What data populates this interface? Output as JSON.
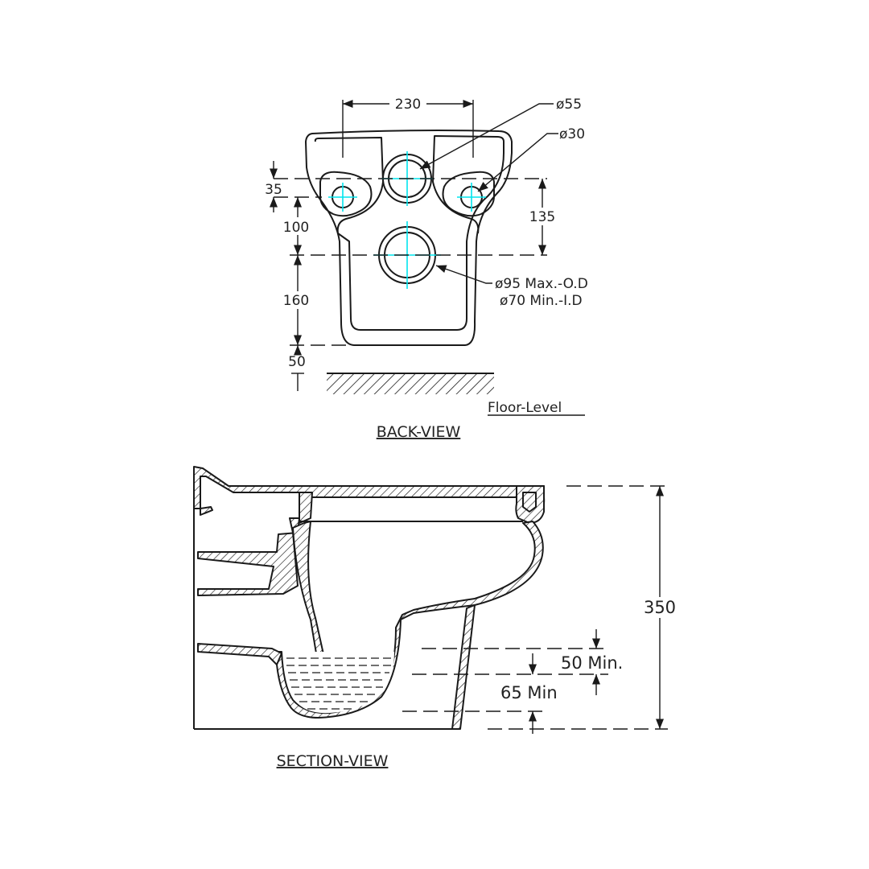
{
  "back_view": {
    "title": "BACK-VIEW",
    "dims": {
      "width_top": "230",
      "d55": "ø55",
      "d30": "ø30",
      "h35": "35",
      "h100": "100",
      "h135": "135",
      "h160": "160",
      "h50": "50",
      "outlet_od": "ø95  Max.-O.D",
      "outlet_id": "ø70  Min.-I.D"
    },
    "floor_label": "Floor-Level"
  },
  "section_view": {
    "title": "SECTION-VIEW",
    "dims": {
      "height": "350",
      "water_seal": "50  Min.",
      "trap_depth": "65  Min"
    }
  },
  "colors": {
    "line": "#1a1a1a",
    "centerline": "#00e5ee",
    "background": "#ffffff"
  }
}
